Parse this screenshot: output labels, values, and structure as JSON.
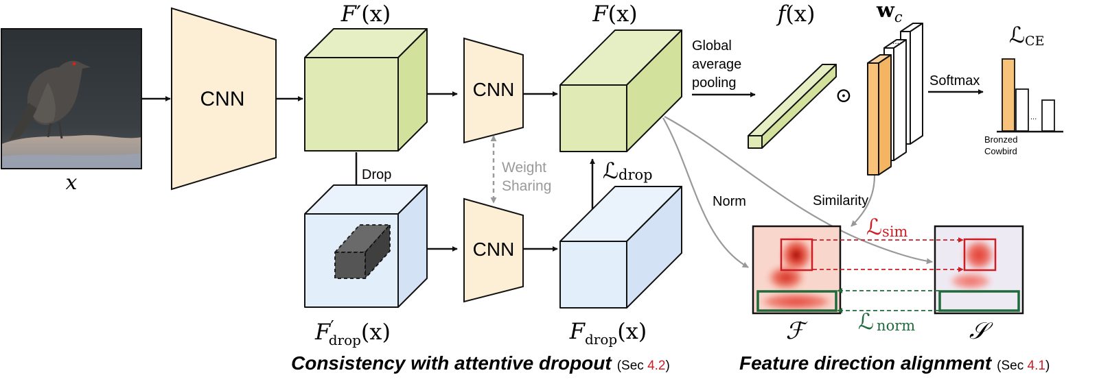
{
  "input": {
    "var": "x"
  },
  "stages": {
    "cnn_main": "CNN",
    "cnn_top": "CNN",
    "cnn_bottom": "CNN"
  },
  "features": {
    "fprime_f": "F",
    "fprime_prime": "′",
    "fprime_arg": "(x)",
    "f_f": "F",
    "f_arg": "(x)",
    "fprime_drop_f": "F",
    "fprime_drop_prime": "′",
    "fprime_drop_sub": "drop",
    "fprime_drop_arg": "(x)",
    "fdrop_f": "F",
    "fdrop_sub": "drop",
    "fdrop_arg": "(x)",
    "small_f": "f",
    "small_f_arg": "(x)",
    "wc_w": "w",
    "wc_sub": "c"
  },
  "labels": {
    "drop": "Drop",
    "weight_sharing_1": "Weight",
    "weight_sharing_2": "Sharing",
    "gap_1": "Global",
    "gap_2": "average",
    "gap_3": "pooling",
    "softmax": "Softmax",
    "class_1": "Bronzed",
    "class_2": "Cowbird",
    "dots": "...",
    "norm": "Norm",
    "similarity": "Similarity",
    "odot": "⊙"
  },
  "losses": {
    "ce_L": "ℒ",
    "ce_sub": "CE",
    "drop_L": "ℒ",
    "drop_sub": "drop",
    "sim_L": "ℒ",
    "sim_sub": "sim",
    "norm_L": "ℒ",
    "norm_sub": "norm"
  },
  "maps": {
    "f_cal": "ℱ",
    "s_cal": "𝒮"
  },
  "captions": {
    "left_title": "Consistency with attentive dropout",
    "left_sec_pre": "(Sec ",
    "left_sec_num": "4.2",
    "left_sec_post": ")",
    "right_title": "Feature direction alignment",
    "right_sec_pre": "(Sec ",
    "right_sec_num": "4.1",
    "right_sec_post": ")"
  },
  "colors": {
    "green_face": "#dfeab4",
    "green_side": "#d2e19c",
    "blue_face": "#e3eefb",
    "blue_side": "#d3e3f5",
    "cnn_fill": "#fdefd6",
    "orange": "#f9c27a",
    "red_accent": "#cc1c24",
    "dark_green": "#1f6a3a",
    "grey_arrow": "#999999"
  }
}
